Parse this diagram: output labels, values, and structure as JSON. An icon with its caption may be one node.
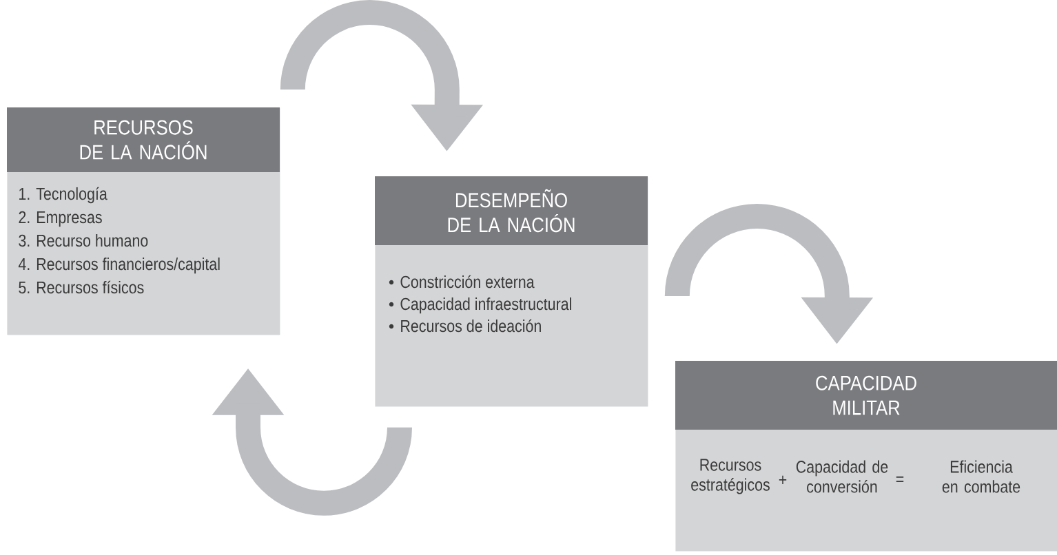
{
  "diagram": {
    "nodes": [
      {
        "text": [
          "RECURSOS DE LA NACIÓN",
          "1. Tecnología",
          "2. Empresas",
          "3. Recurso humano",
          "4. Recursos financieros/capital",
          "5. Recursos físicos"
        ]
      },
      {
        "text": [
          "DESEMPEÑO DE LA NACIÓN",
          "Constricción externa",
          "Capacidad infraestructural",
          "Recursos de ideación"
        ]
      },
      {
        "text": [
          "CAPACIDAD MILITAR",
          "Recursos estratégicos",
          "+",
          "Capacidad de conversión",
          "=",
          "Eficiencia en combate"
        ]
      }
    ],
    "edges": [
      {
        "from": 0,
        "to": 1,
        "arrow": "to"
      },
      {
        "from": 1,
        "to": 2,
        "arrow": "to"
      },
      {
        "from": 1,
        "to": 0,
        "arrow": "to"
      }
    ]
  }
}
